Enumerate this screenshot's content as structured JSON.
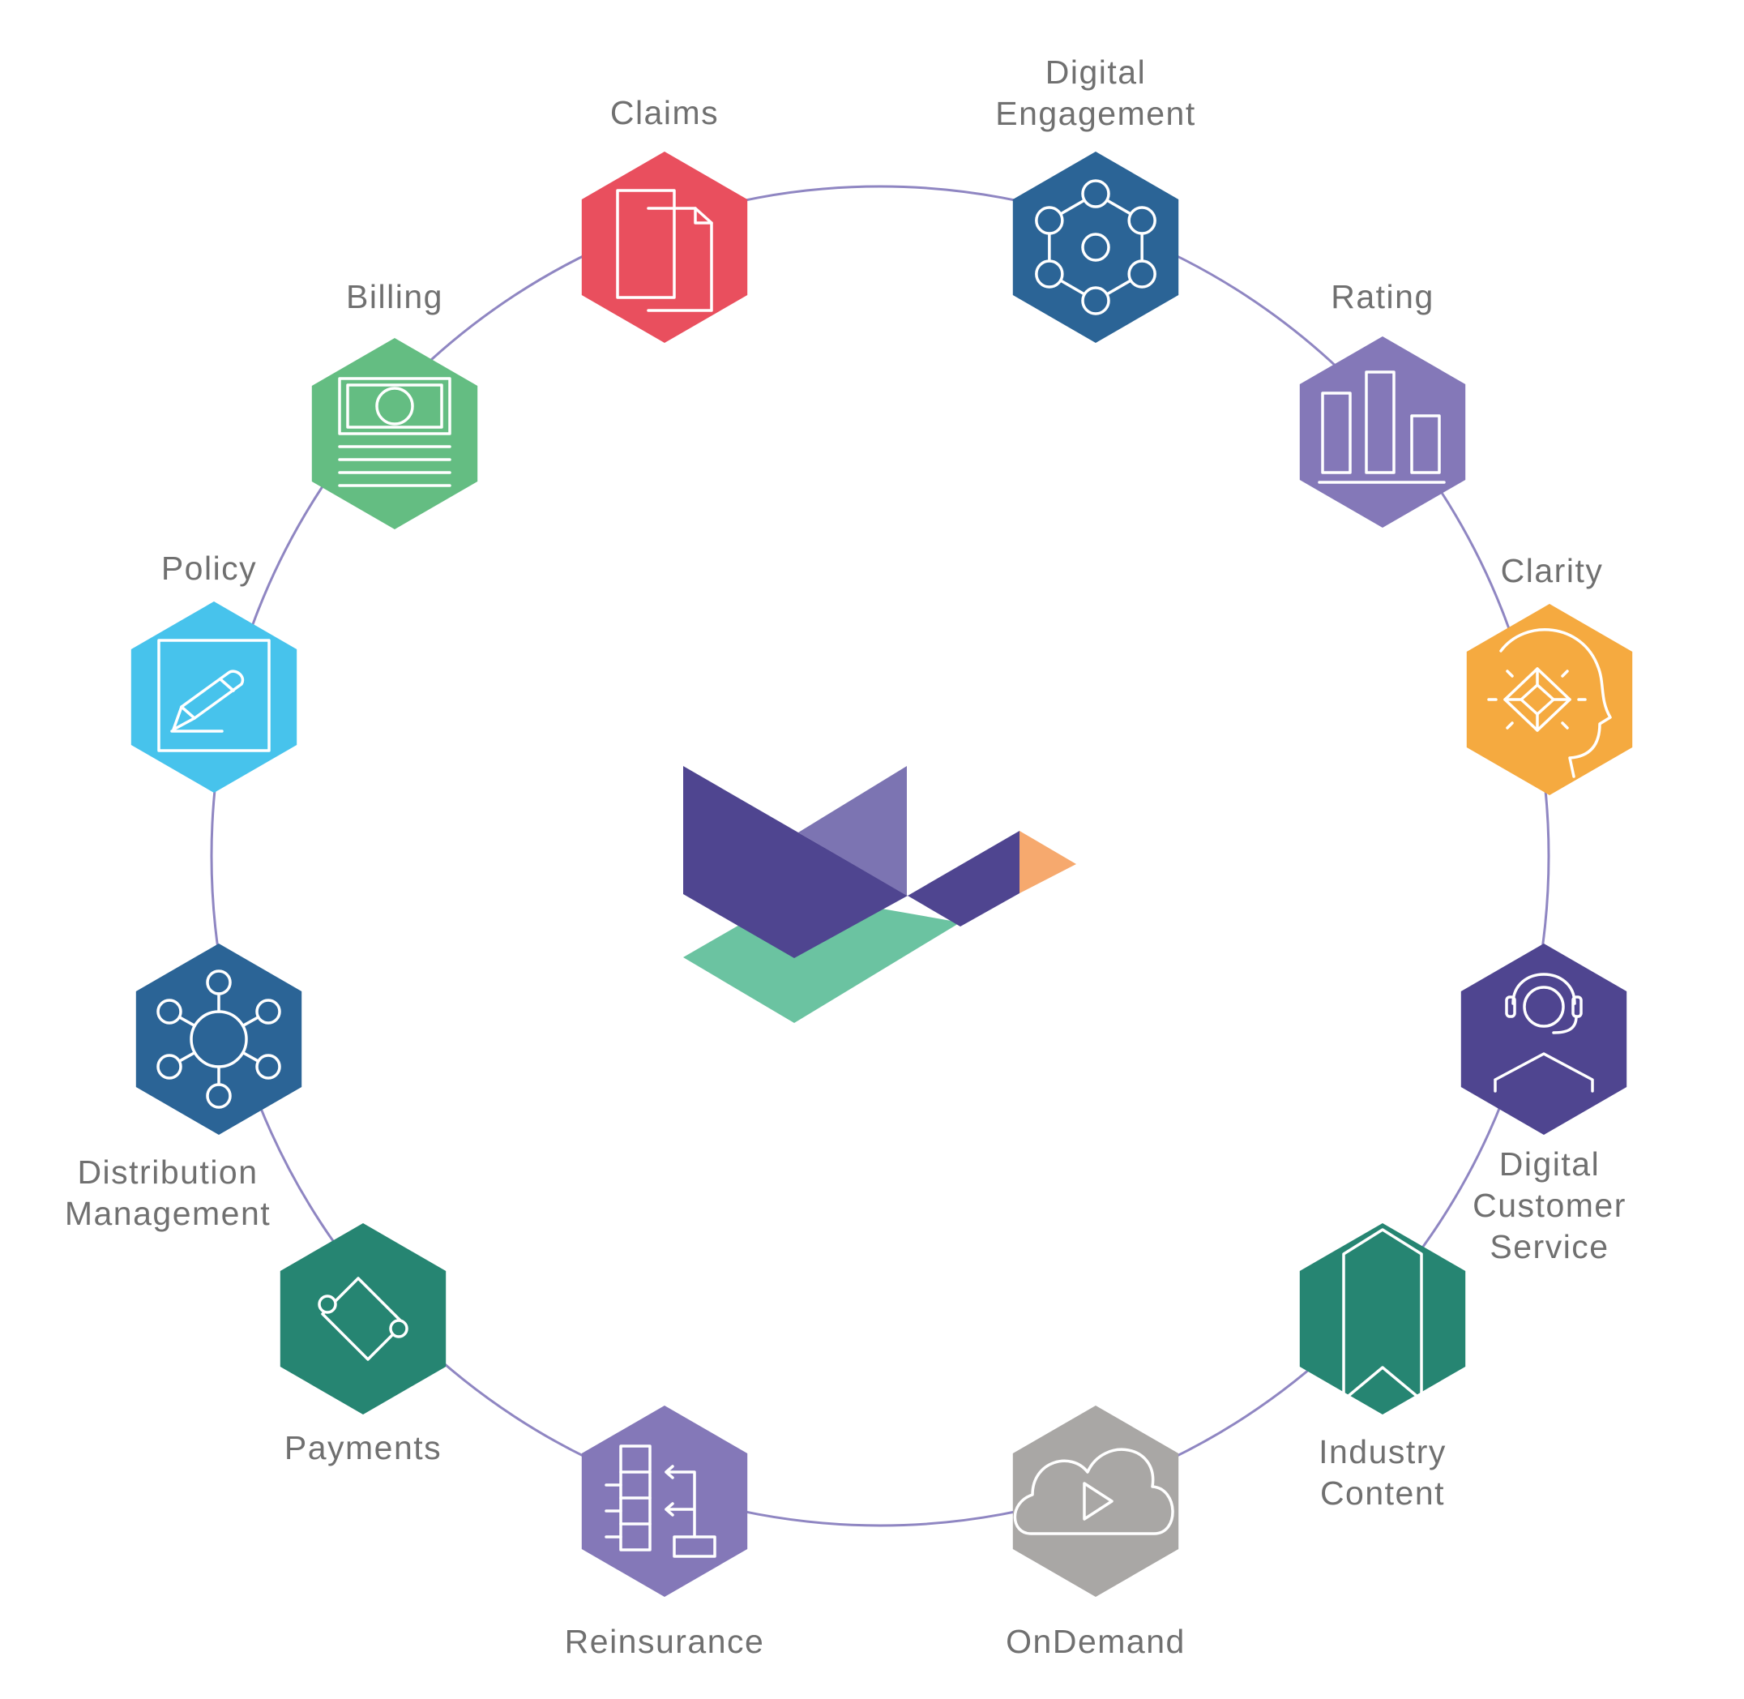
{
  "modules": [
    {
      "key": "claims",
      "lines": [
        "Claims"
      ],
      "color": "#E94F5E",
      "icon": "documents-icon"
    },
    {
      "key": "digital-engagement",
      "lines": [
        "Digital",
        "Engagement"
      ],
      "color": "#2B6496",
      "icon": "network-icon"
    },
    {
      "key": "rating",
      "lines": [
        "Rating"
      ],
      "color": "#8478B8",
      "icon": "bar-chart-icon"
    },
    {
      "key": "clarity",
      "lines": [
        "Clarity"
      ],
      "color": "#F5AA40",
      "icon": "head-diamond-icon"
    },
    {
      "key": "digital-customer-service",
      "lines": [
        "Digital",
        "Customer",
        "Service"
      ],
      "color": "#4F4590",
      "icon": "headset-agent-icon"
    },
    {
      "key": "industry-content",
      "lines": [
        "Industry",
        "Content"
      ],
      "color": "#268572",
      "icon": "bookmark-icon"
    },
    {
      "key": "ondemand",
      "lines": [
        "OnDemand"
      ],
      "color": "#A9A7A5",
      "icon": "cloud-play-icon"
    },
    {
      "key": "reinsurance",
      "lines": [
        "Reinsurance"
      ],
      "color": "#8478B8",
      "icon": "flow-table-icon"
    },
    {
      "key": "payments",
      "lines": [
        "Payments"
      ],
      "color": "#268572",
      "icon": "payment-cycle-icon"
    },
    {
      "key": "distribution-management",
      "lines": [
        "Distribution",
        "Management"
      ],
      "color": "#2B6496",
      "icon": "hub-icon"
    },
    {
      "key": "policy",
      "lines": [
        "Policy"
      ],
      "color": "#47C3EC",
      "icon": "pencil-icon"
    },
    {
      "key": "billing",
      "lines": [
        "Billing"
      ],
      "color": "#64BD82",
      "icon": "bill-icon"
    }
  ],
  "center_logo": {
    "icon": "guidewire-bird-logo",
    "colors": [
      "#4F4590",
      "#7C74B2",
      "#6BC3A1",
      "#F6A96E"
    ]
  },
  "ring_color": "#8F86C2"
}
